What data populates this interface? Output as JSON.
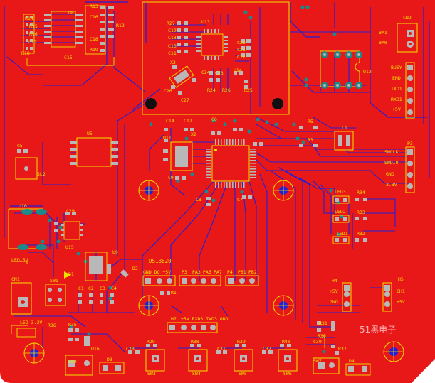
{
  "colors": {
    "background": "#ffffff",
    "board_copper": "#e81818",
    "trace_blue": "#2020d8",
    "silkscreen": "#f0e000",
    "pad_gray": "#b8b8b8",
    "via_teal": "#1a8a8a",
    "hole_black": "#101010",
    "watermark": "#ffb0b0"
  },
  "labels": {
    "u8": "U8",
    "r13": "R13",
    "c16": "C16",
    "r14": "R14",
    "r12": "R12",
    "c17": "C17",
    "c18": "C18",
    "r15": "R15",
    "r16": "R16",
    "r19": "R19",
    "r18": "R18",
    "c15": "C15",
    "r27": "R27",
    "c19": "C19",
    "c13": "C13",
    "c10": "C10",
    "c11": "C11",
    "u13": "U13",
    "c20": "C20",
    "c21": "C21",
    "c22": "C22",
    "x3": "X3",
    "c24": "C24",
    "c23": "C23",
    "u14": "U14",
    "c26": "C26",
    "c27": "C27",
    "r24": "R24",
    "r26": "R26",
    "r25": "R25",
    "cn2": "CN2",
    "bm1": "BM1",
    "bm0": "BM0",
    "u12": "U12",
    "busy": "BUSY",
    "end": "END",
    "txd1": "TXD1",
    "rxd1": "RXD1",
    "p5v_a": "+5V",
    "u5": "U5",
    "c5": "C5",
    "sl2": "SL2",
    "c14": "C14",
    "c12": "C12",
    "u11": "U11",
    "x2": "X2",
    "c9": "C9",
    "c6": "C6",
    "r5": "R5",
    "r3": "R3",
    "l1": "L1",
    "p3": "P3",
    "swclk": "SWCLK",
    "swdio": "SWDIO",
    "gnd_a": "GND",
    "v33": "3.3V",
    "c8": "C8",
    "c7": "C7",
    "c29": "C29",
    "u10": "U10",
    "u15": "U15",
    "u9": "U9",
    "led3": "LED3",
    "r34": "R34",
    "led2": "LED2",
    "r33": "R33",
    "led1": "LED1",
    "r32": "R32",
    "led5v": "LED-5V",
    "cn1": "CN1",
    "sw1": "SW1",
    "d1": "D1",
    "c1": "C1",
    "c2": "C2",
    "c3": "C3",
    "c4": "C4",
    "d2": "D2",
    "ds18b20": "DS18B20",
    "gnd_dq_5v": "GND  DQ  +5V",
    "r1": "R1",
    "p3_hdr": "P3",
    "pa3": "PA3",
    "pa6": "PA6",
    "pa7": "PA7",
    "p4_hdr": "P4",
    "pb1": "PB1",
    "pb2": "PB2",
    "h4": "H4",
    "p5v_h4": "+5V",
    "gnd_h4": "GND",
    "h5": "H5",
    "ch1": "CH1",
    "p5v_h5": "+5V",
    "h7": "H7",
    "h7_pins": "+5V RXD3 TXD3 GND",
    "led33v": "LED-3.3V",
    "r35": "R35",
    "r36": "R36",
    "r31": "R31",
    "r37": "R37",
    "r30": "R30",
    "c30": "C30",
    "sw2": "SW2",
    "d3": "D3",
    "u16": "U16",
    "c28": "C28",
    "r29": "R29",
    "sw3": "SW3",
    "r38": "R38",
    "sw4": "SW4",
    "c31": "C31",
    "r39": "R39",
    "sw5": "SW5",
    "c32": "C32",
    "r40": "R40",
    "sw6": "SW6",
    "sw7": "SW7",
    "d4": "D4"
  },
  "watermark": "51黑电子"
}
